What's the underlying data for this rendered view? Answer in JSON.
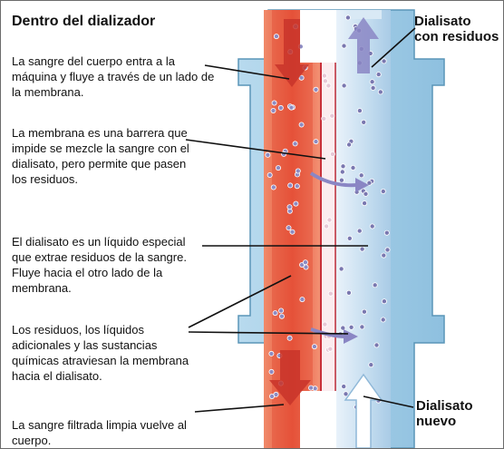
{
  "title": "Dentro del dializador",
  "callouts": [
    "La sangre del cuerpo entra a la máquina y fluye a través de un lado de la membrana.",
    "La membrana es una barrera que impide se mezcle la sangre con el dialisato, pero permite que pasen los residuos.",
    "El dialisato es un líquido especial que extrae residuos de la sangre. Fluye hacia el otro lado de la membrana.",
    "Los residuos, los líquidos adicionales y las sustancias químicas atraviesan la membrana hacia el dialisato.",
    "La sangre filtrada limpia vuelve al cuerpo."
  ],
  "labels": {
    "dialysate_out": [
      "Dialisato",
      "con residuos"
    ],
    "dialysate_in": [
      "Dialisato",
      "nuevo"
    ]
  },
  "colors": {
    "blood": "#e9573f",
    "blood_light": "#f6a989",
    "dialysate": "#cfe3f2",
    "housing": "#9fcbe3",
    "housing_edge": "#5a95b8",
    "membrane": "#c8303a",
    "particles": "#7a78b0",
    "flow_arrow": "#8a86c4"
  }
}
